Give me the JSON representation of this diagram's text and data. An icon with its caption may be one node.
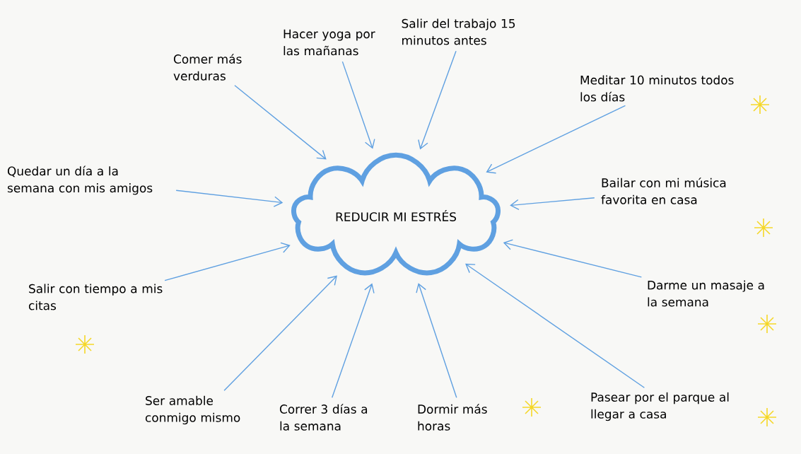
{
  "diagram": {
    "nodes": [
      {
        "text": [
          "REDUCIR MI ESTRÉS"
        ]
      },
      {
        "text": [
          "Comer más verduras"
        ]
      },
      {
        "text": [
          "Hacer yoga por las mañanas"
        ]
      },
      {
        "text": [
          "Salir del trabajo 15 minutos antes"
        ]
      },
      {
        "text": [
          "Meditar 10 minutos todos los días"
        ]
      },
      {
        "text": [
          "Quedar un día a la semana con mis amigos"
        ]
      },
      {
        "text": [
          "Bailar con mi música favorita en casa"
        ]
      },
      {
        "text": [
          "Darme un masaje a la semana"
        ]
      },
      {
        "text": [
          "Salir con tiempo a mis citas"
        ]
      },
      {
        "text": [
          "Ser amable conmigo mismo"
        ]
      },
      {
        "text": [
          "Correr 3 días a la semana"
        ]
      },
      {
        "text": [
          "Dormir más horas"
        ]
      },
      {
        "text": [
          "Pasear por el parque al llegar a casa"
        ]
      }
    ],
    "edges": [
      {
        "from": 1,
        "to": 0,
        "arrow": "to"
      },
      {
        "from": 2,
        "to": 0,
        "arrow": "to"
      },
      {
        "from": 3,
        "to": 0,
        "arrow": "to"
      },
      {
        "from": 4,
        "to": 0,
        "arrow": "to"
      },
      {
        "from": 5,
        "to": 0,
        "arrow": "to"
      },
      {
        "from": 6,
        "to": 0,
        "arrow": "to"
      },
      {
        "from": 7,
        "to": 0,
        "arrow": "to"
      },
      {
        "from": 8,
        "to": 0,
        "arrow": "to"
      },
      {
        "from": 9,
        "to": 0,
        "arrow": "to"
      },
      {
        "from": 10,
        "to": 0,
        "arrow": "to"
      },
      {
        "from": 11,
        "to": 0,
        "arrow": "to"
      },
      {
        "from": 12,
        "to": 0,
        "arrow": "to"
      }
    ]
  }
}
